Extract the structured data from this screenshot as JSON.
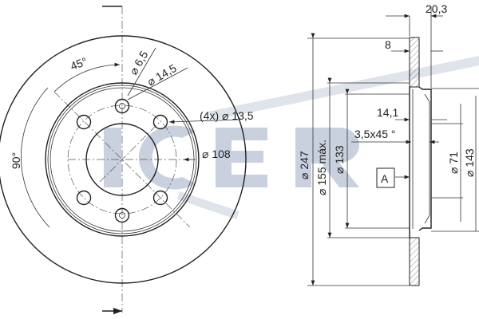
{
  "watermark": "ICER",
  "front_view": {
    "angle_45": "45°",
    "angle_90": "90°",
    "hole_small": "⌀ 6,5",
    "hole_counterbore": "⌀ 14,5",
    "bolt_holes": "(4x) ⌀ 13,5",
    "pcd": "⌀ 108"
  },
  "side_view": {
    "total_height": "20,3",
    "thickness": "8",
    "hub_depth": "14,1",
    "chamfer": "3,5x45 °",
    "datum": "A",
    "outer_diameter": "⌀ 247",
    "max_diameter": "⌀ 155 máx.",
    "diameter_133": "⌀ 133",
    "center_bore": "⌀ 71",
    "diameter_143": "⌀ 143"
  },
  "colors": {
    "watermark": "#c9d0de",
    "line": "#222222"
  }
}
